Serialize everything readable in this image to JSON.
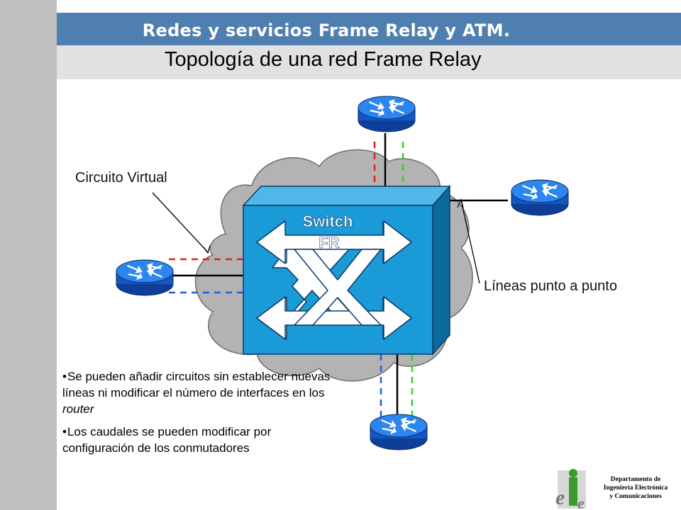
{
  "header": {
    "title": "Redes y servicios Frame Relay y ATM.",
    "subtitle": "Topología de una red Frame Relay"
  },
  "diagram": {
    "switch_label_line1": "Switch",
    "switch_label_line2": "FR",
    "virtual_circuit_label": "Circuito Virtual",
    "point_to_point_label": "Líneas punto a punto"
  },
  "bullets": {
    "item1_part1": "Se pueden añadir circuitos sin establecer nuevas líneas ni modificar el número de interfaces en los ",
    "item1_italic": "router",
    "item2": "Los caudales se pueden modificar por configuración de los conmutadores"
  },
  "footer": {
    "dept_line1": "Departamento de",
    "dept_line2": "Ingeniería Electrónica",
    "dept_line3": "y Comunicaciones"
  },
  "colors": {
    "header_band": "#4f7fb0",
    "router_blue": "#1f6fe0",
    "switch_front": "#1a9ad6",
    "cloud": "#b3b3b3",
    "red_dashed": "#e02020",
    "blue_dashed": "#2060e0",
    "green_dashed": "#30d030"
  },
  "icons": [
    "router-icon",
    "switch-icon",
    "cloud-icon",
    "eie-logo-icon"
  ]
}
